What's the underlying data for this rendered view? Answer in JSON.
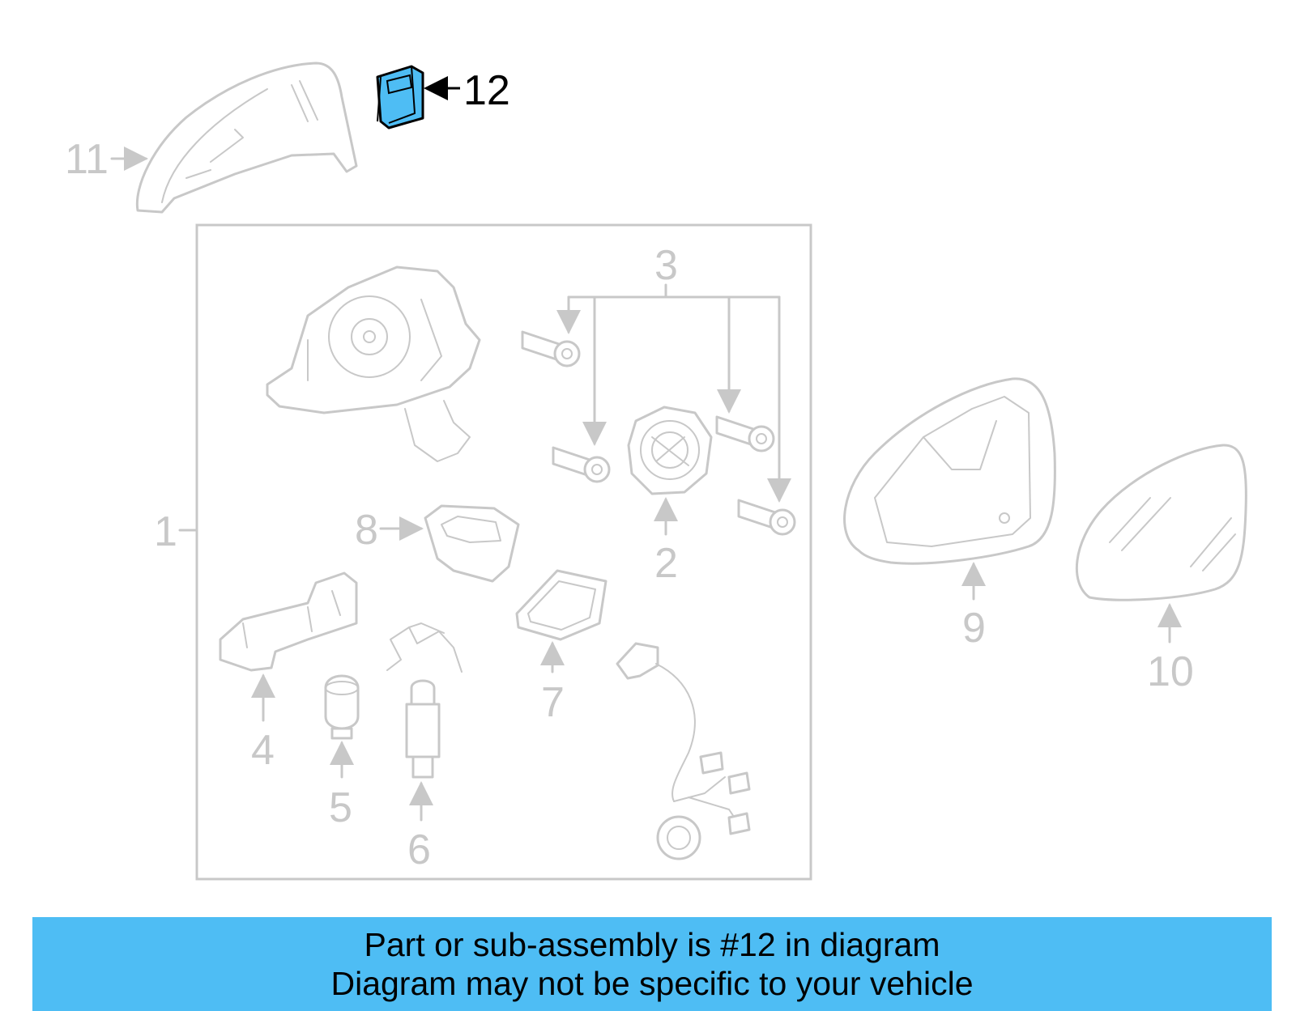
{
  "diagram": {
    "highlight_color": "#4ebdf4",
    "highlighted_callout": "12",
    "callouts": {
      "c1": "1",
      "c2": "2",
      "c3": "3",
      "c4": "4",
      "c5": "5",
      "c6": "6",
      "c7": "7",
      "c8": "8",
      "c9": "9",
      "c10": "10",
      "c11": "11",
      "c12": "12"
    }
  },
  "banner": {
    "line1": "Part or sub-assembly is #12 in diagram",
    "line2": "Diagram may not be specific to your vehicle",
    "background_color": "#4ebdf4"
  }
}
